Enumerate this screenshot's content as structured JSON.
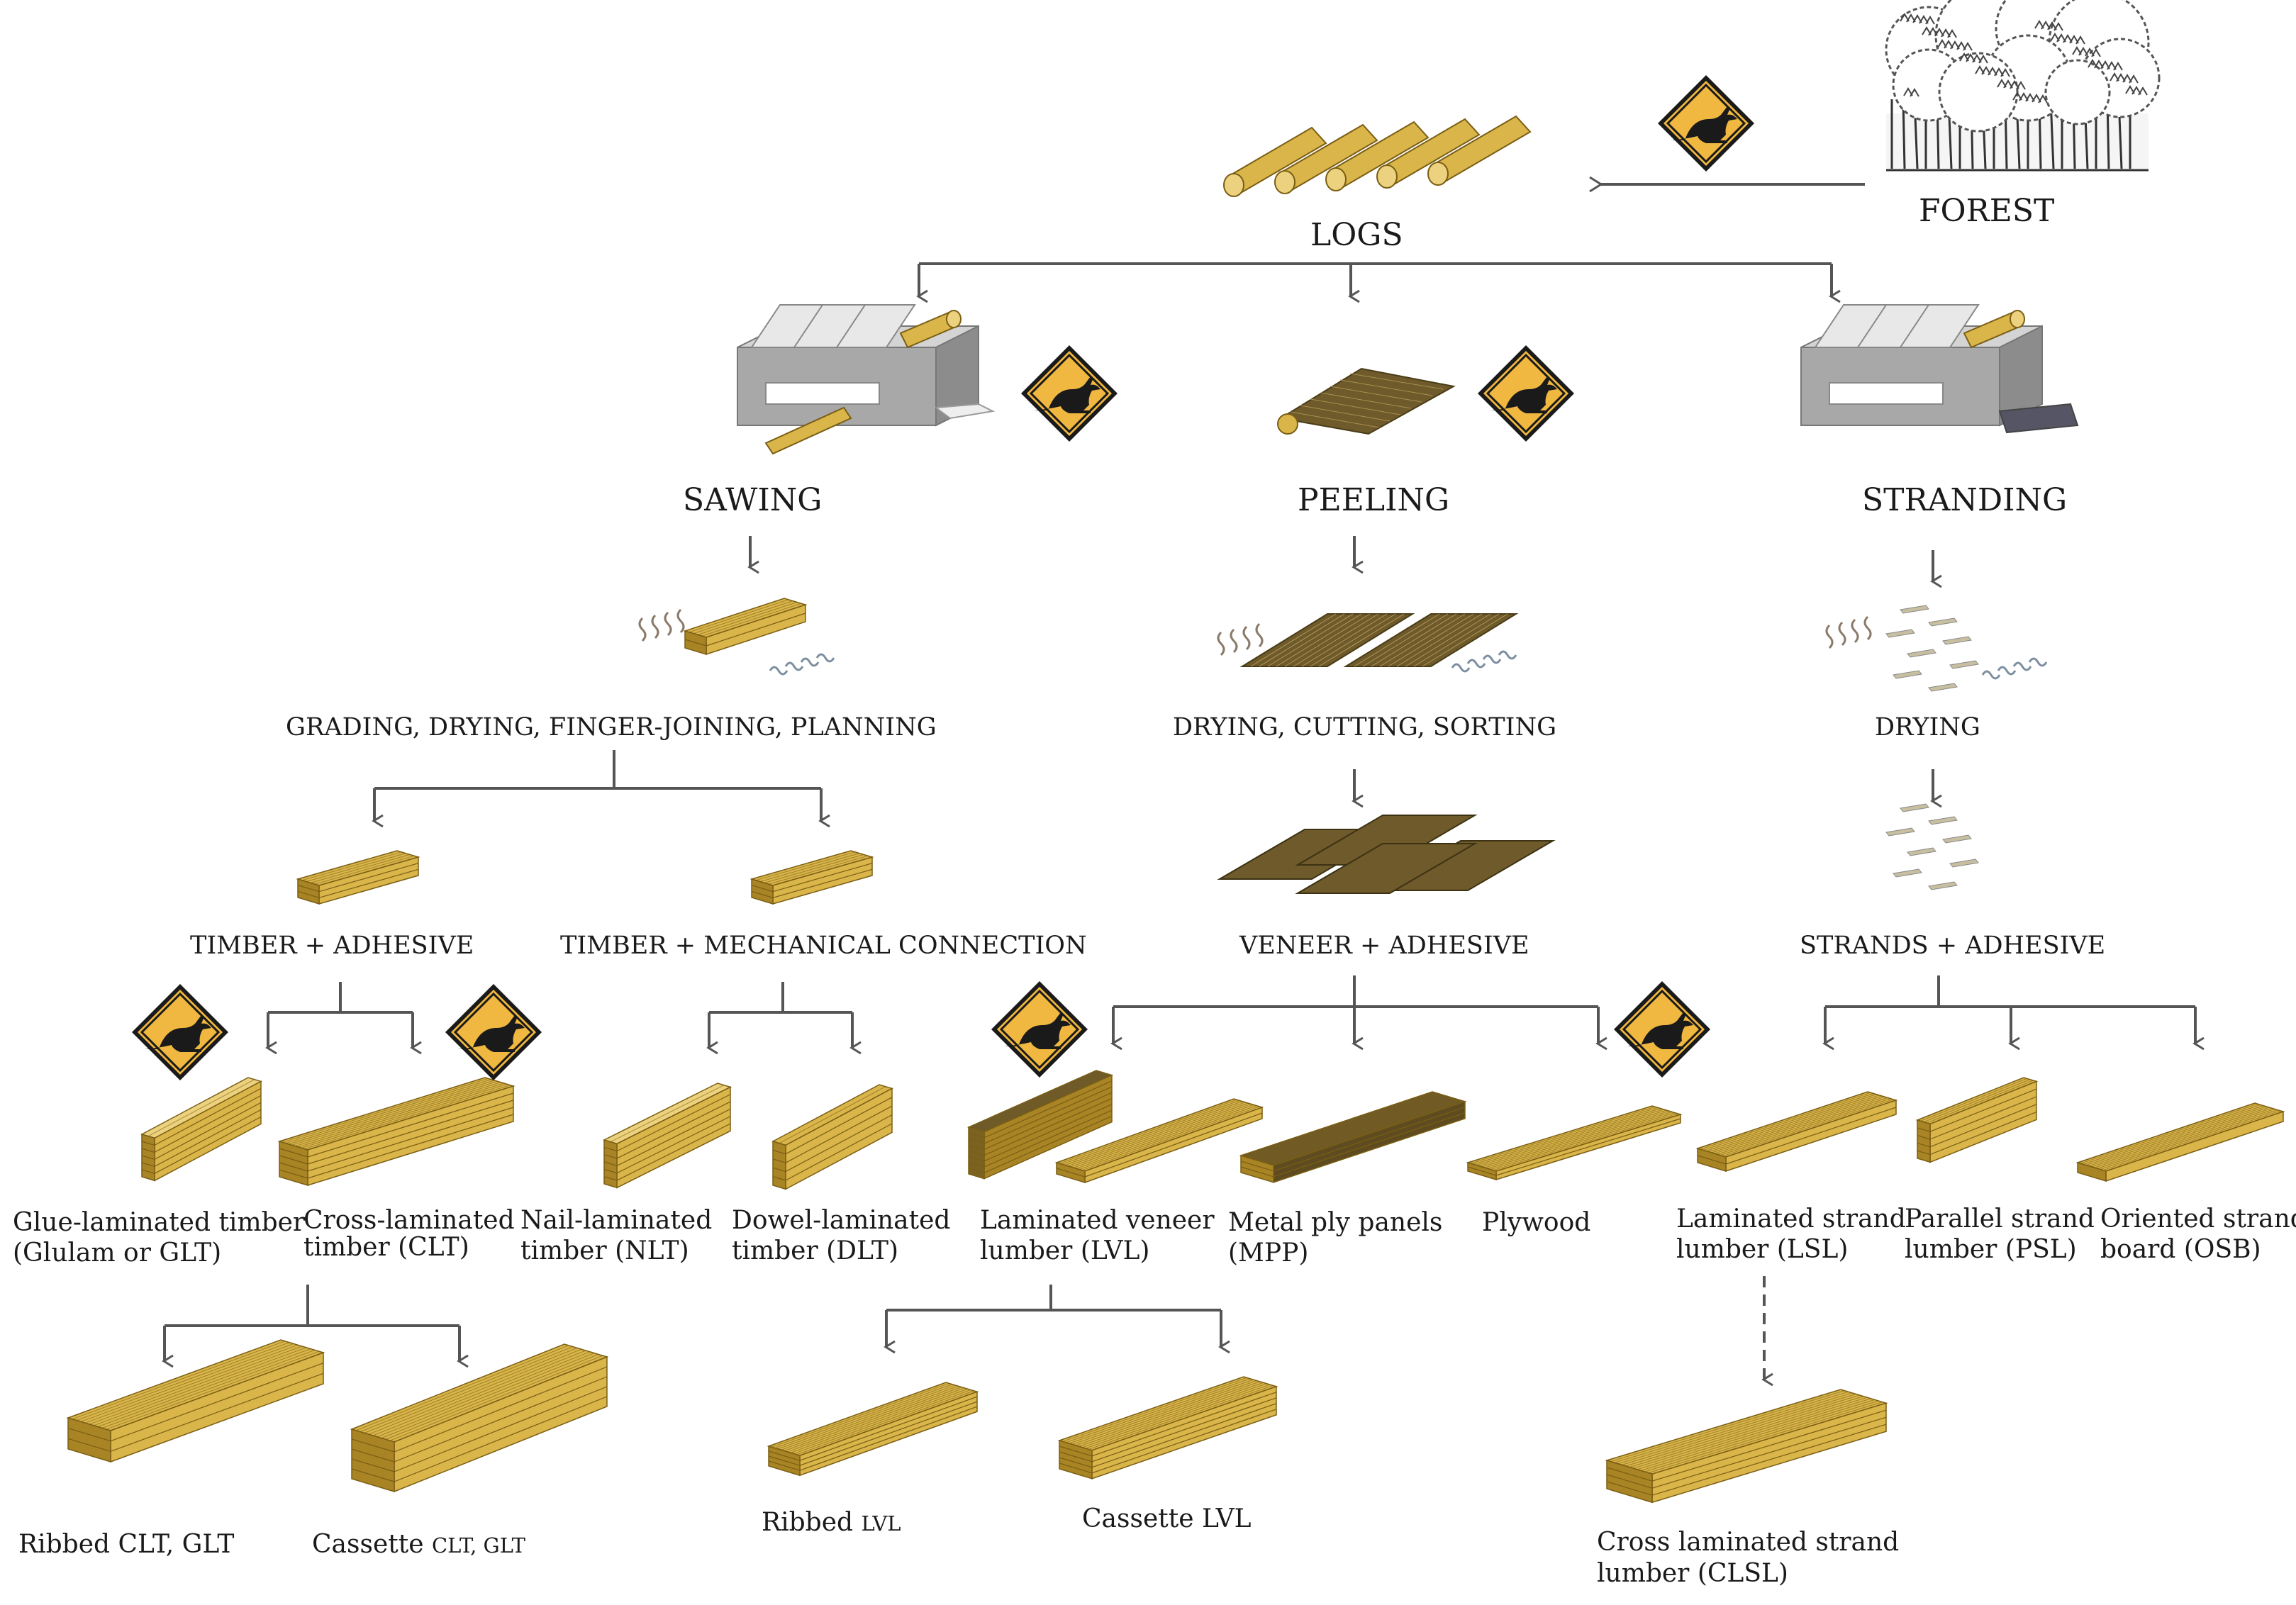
{
  "colors": {
    "wood": "#d9b54a",
    "wood_dark": "#a88424",
    "wood_light": "#ecd27e",
    "grain": "#7a5e14",
    "dark_veneer": "#6e5a2a",
    "machine": "#a8a8a8",
    "machine_light": "#d4d4d4",
    "arrow": "#555555",
    "sign_fill": "#f0b840",
    "sign_border": "#1a1a1a",
    "text": "#1a1a1a"
  },
  "icons": {
    "kangaroo_sign": "kangaroo-warning-sign-icon",
    "forest": "forest-trees-icon",
    "logs": "log-stack-icon",
    "machine": "sawmill-machine-icon"
  },
  "source": {
    "label": "FOREST"
  },
  "logs": {
    "label": "LOGS"
  },
  "processes": {
    "sawing": "SAWING",
    "peeling": "PEELING",
    "stranding": "STRANDING"
  },
  "steps": {
    "sawing": "GRADING, DRYING, FINGER-JOINING, PLANNING",
    "peeling": "DRYING, CUTTING, SORTING",
    "stranding": "DRYING"
  },
  "inputs": {
    "timber_adhesive": "TIMBER + ADHESIVE",
    "timber_mechanical": "TIMBER + MECHANICAL CONNECTION",
    "veneer_adhesive": "VENEER + ADHESIVE",
    "strands_adhesive": "STRANDS + ADHESIVE"
  },
  "products": {
    "glt": {
      "line1": "Glue-laminated timber",
      "line2": "(Glulam or GLT)"
    },
    "clt": {
      "line1": "Cross-laminated",
      "line2": "timber (CLT)"
    },
    "nlt": {
      "line1": "Nail-laminated",
      "line2": "timber (NLT)"
    },
    "dlt": {
      "line1": "Dowel-laminated",
      "line2": "timber (DLT)"
    },
    "lvl": {
      "line1": "Laminated veneer",
      "line2": "lumber (LVL)"
    },
    "mpp": {
      "line1": "Metal ply panels",
      "line2": "(MPP)"
    },
    "plywood": {
      "line1": "Plywood"
    },
    "lsl": {
      "line1": "Laminated strand",
      "line2": "lumber (LSL)"
    },
    "psl": {
      "line1": "Parallel strand",
      "line2": "lumber (PSL)"
    },
    "osb": {
      "line1": "Oriented strand",
      "line2": "board (OSB)"
    }
  },
  "derived": {
    "ribbed_clt_glt": "Ribbed CLT, GLT",
    "cassette_prefix": "Cassette",
    "cassette_suffix": "CLT, GLT",
    "ribbed_lvl_prefix": "Ribbed",
    "ribbed_lvl_suffix": "LVL",
    "cassette_lvl": "Cassette LVL",
    "clsl": {
      "line1": "Cross laminated strand",
      "line2": "lumber (CLSL)"
    }
  }
}
